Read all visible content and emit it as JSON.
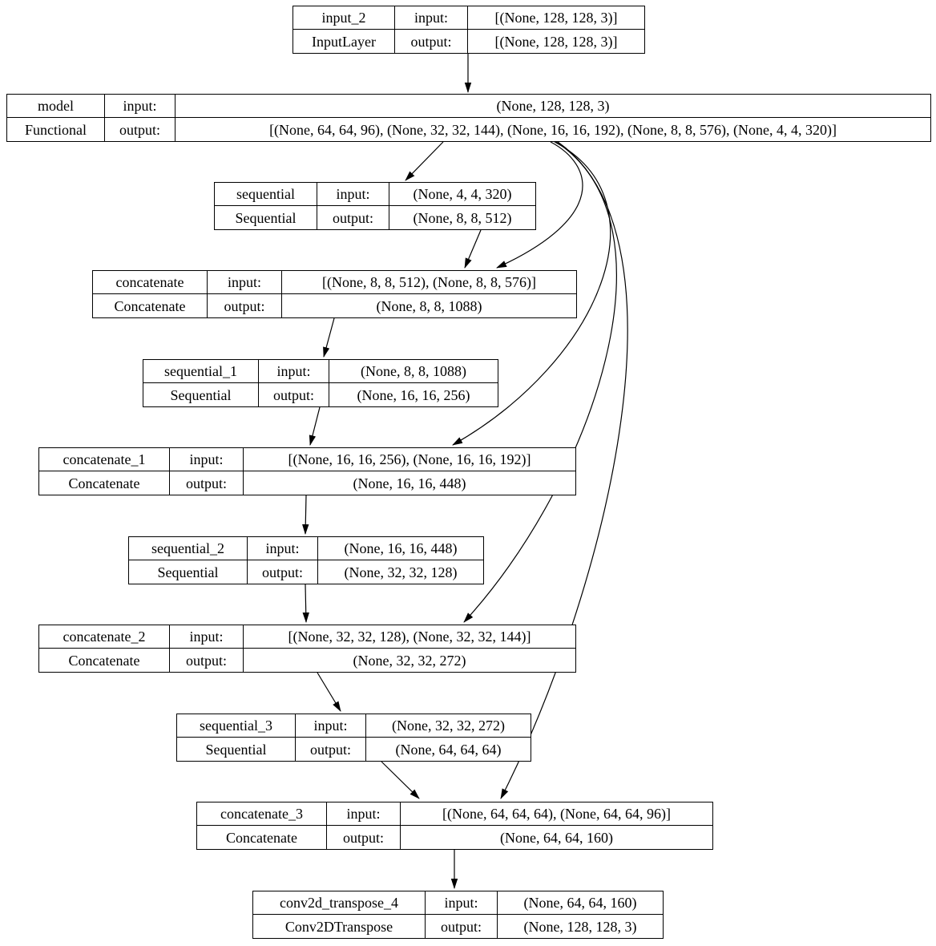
{
  "labels": {
    "input": "input:",
    "output": "output:"
  },
  "nodes": [
    {
      "name": "input_2",
      "type": "InputLayer",
      "input": "[(None, 128, 128, 3)]",
      "output": "[(None, 128, 128, 3)]"
    },
    {
      "name": "model",
      "type": "Functional",
      "input": "(None, 128, 128, 3)",
      "output": "[(None, 64, 64, 96), (None, 32, 32, 144), (None, 16, 16, 192), (None, 8, 8, 576), (None, 4, 4, 320)]"
    },
    {
      "name": "sequential",
      "type": "Sequential",
      "input": "(None, 4, 4, 320)",
      "output": "(None, 8, 8, 512)"
    },
    {
      "name": "concatenate",
      "type": "Concatenate",
      "input": "[(None, 8, 8, 512), (None, 8, 8, 576)]",
      "output": "(None, 8, 8, 1088)"
    },
    {
      "name": "sequential_1",
      "type": "Sequential",
      "input": "(None, 8, 8, 1088)",
      "output": "(None, 16, 16, 256)"
    },
    {
      "name": "concatenate_1",
      "type": "Concatenate",
      "input": "[(None, 16, 16, 256), (None, 16, 16, 192)]",
      "output": "(None, 16, 16, 448)"
    },
    {
      "name": "sequential_2",
      "type": "Sequential",
      "input": "(None, 16, 16, 448)",
      "output": "(None, 32, 32, 128)"
    },
    {
      "name": "concatenate_2",
      "type": "Concatenate",
      "input": "[(None, 32, 32, 128), (None, 32, 32, 144)]",
      "output": "(None, 32, 32, 272)"
    },
    {
      "name": "sequential_3",
      "type": "Sequential",
      "input": "(None, 32, 32, 272)",
      "output": "(None, 64, 64, 64)"
    },
    {
      "name": "concatenate_3",
      "type": "Concatenate",
      "input": "[(None, 64, 64, 64), (None, 64, 64, 96)]",
      "output": "(None, 64, 64, 160)"
    },
    {
      "name": "conv2d_transpose_4",
      "type": "Conv2DTranspose",
      "input": "(None, 64, 64, 160)",
      "output": "(None, 128, 128, 3)"
    }
  ],
  "edges": [
    {
      "from": "input_2",
      "to": "model"
    },
    {
      "from": "model",
      "to": "sequential"
    },
    {
      "from": "model",
      "to": "concatenate"
    },
    {
      "from": "model",
      "to": "concatenate_1"
    },
    {
      "from": "model",
      "to": "concatenate_2"
    },
    {
      "from": "model",
      "to": "concatenate_3"
    },
    {
      "from": "sequential",
      "to": "concatenate"
    },
    {
      "from": "concatenate",
      "to": "sequential_1"
    },
    {
      "from": "sequential_1",
      "to": "concatenate_1"
    },
    {
      "from": "concatenate_1",
      "to": "sequential_2"
    },
    {
      "from": "sequential_2",
      "to": "concatenate_2"
    },
    {
      "from": "concatenate_2",
      "to": "sequential_3"
    },
    {
      "from": "sequential_3",
      "to": "concatenate_3"
    },
    {
      "from": "concatenate_3",
      "to": "conv2d_transpose_4"
    }
  ],
  "colors": {
    "line": "#000000",
    "background": "#ffffff"
  }
}
